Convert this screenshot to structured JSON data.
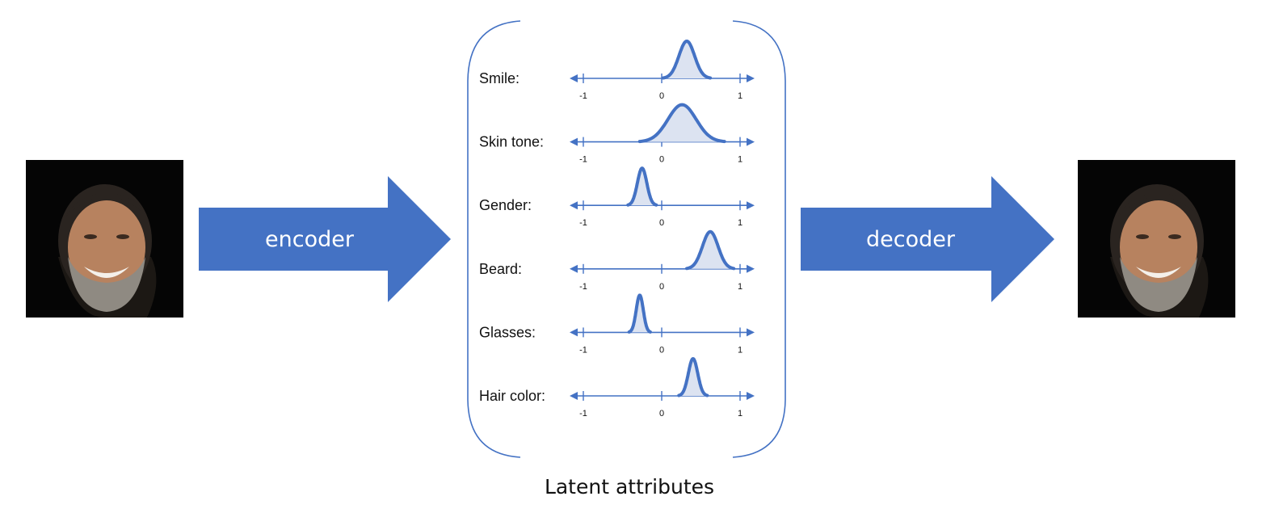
{
  "colors": {
    "accent": "#4472C4",
    "fill": "#DCE3F1",
    "photo_bg": "#050505",
    "skin": "#B7825F",
    "hair": "#2A2420",
    "beard": "#8F8A82"
  },
  "encoder": {
    "label": "encoder"
  },
  "decoder": {
    "label": "decoder"
  },
  "input_photo": {
    "icon": "face-photo"
  },
  "output_photo": {
    "icon": "face-photo"
  },
  "latent": {
    "caption": "Latent attributes",
    "tick_labels": [
      "-1",
      "0",
      "1"
    ],
    "attributes": [
      {
        "label": "Smile:",
        "mean": 0.32,
        "spread": 0.1
      },
      {
        "label": "Skin tone:",
        "mean": 0.26,
        "spread": 0.18
      },
      {
        "label": "Gender:",
        "mean": -0.25,
        "spread": 0.06
      },
      {
        "label": "Beard:",
        "mean": 0.62,
        "spread": 0.1
      },
      {
        "label": "Glasses:",
        "mean": -0.28,
        "spread": 0.045
      },
      {
        "label": "Hair color:",
        "mean": 0.4,
        "spread": 0.06
      }
    ]
  }
}
